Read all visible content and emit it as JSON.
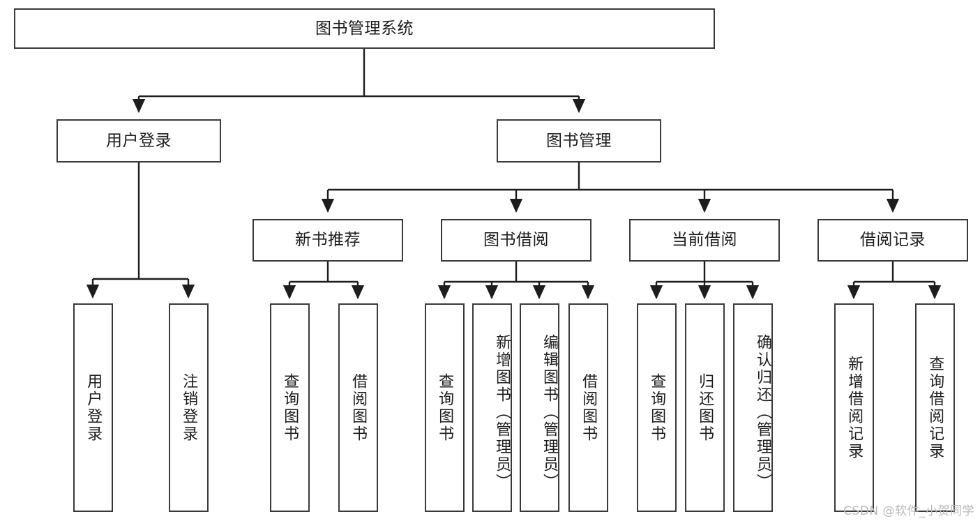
{
  "diagram": {
    "type": "tree-hierarchy",
    "title": "图书管理系统",
    "watermark": "CSDN @软件_小贺同学",
    "colors": {
      "box_border": "#3a3a3a",
      "box_fill": "#ffffff",
      "edge": "#1d1d1d",
      "text": "#1d1d1d",
      "watermark": "#b9b9b9",
      "background": "#ffffff"
    },
    "root": {
      "label": "图书管理系统"
    },
    "level2": [
      {
        "label": "用户登录"
      },
      {
        "label": "图书管理"
      }
    ],
    "level3": [
      {
        "label": "新书推荐"
      },
      {
        "label": "图书借阅"
      },
      {
        "label": "当前借阅"
      },
      {
        "label": "借阅记录"
      }
    ],
    "leaves": {
      "user_login": [
        {
          "label": "用户登录"
        },
        {
          "label": "注销登录"
        }
      ],
      "new_book_recommend": [
        {
          "label": "查询图书"
        },
        {
          "label": "借阅图书"
        }
      ],
      "book_borrow": [
        {
          "label": "查询图书"
        },
        {
          "label": "新增图书（管理员）"
        },
        {
          "label": "编辑图书（管理员）"
        },
        {
          "label": "借阅图书"
        }
      ],
      "current_borrow": [
        {
          "label": "查询图书"
        },
        {
          "label": "归还图书"
        },
        {
          "label": "确认归还（管理员）"
        }
      ],
      "borrow_record": [
        {
          "label": "新增借阅记录"
        },
        {
          "label": "查询借阅记录"
        }
      ]
    }
  }
}
